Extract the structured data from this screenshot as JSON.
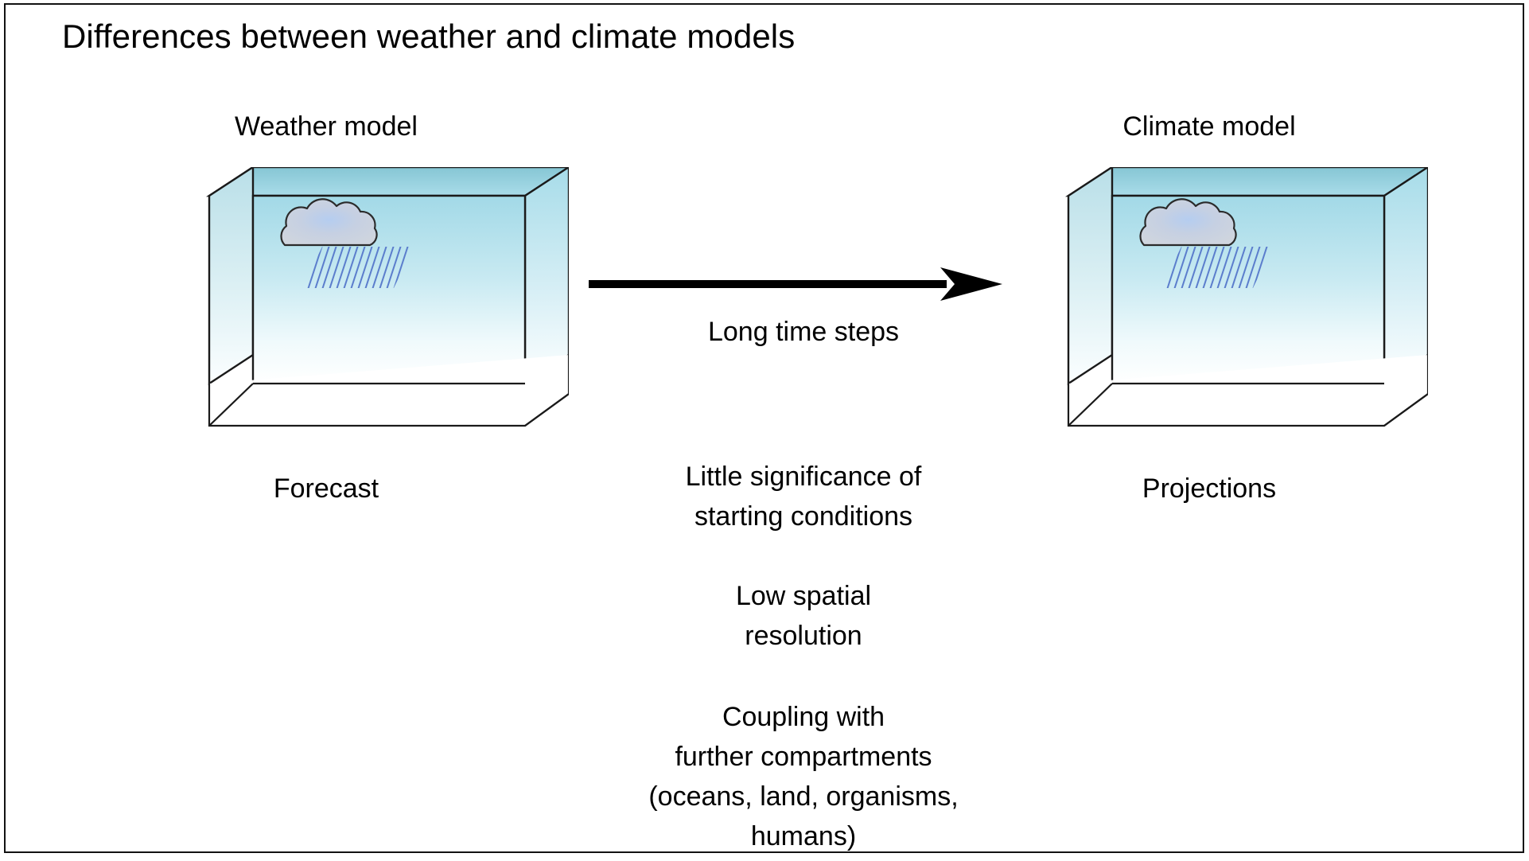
{
  "title": "Differences between weather and climate models",
  "panels": {
    "left": {
      "heading": "Weather model",
      "footer": "Forecast",
      "scene": {
        "sky_top_color": "#a8dbe8",
        "sky_bottom_color": "#ffffff",
        "top_face_color": "#8fcdd9",
        "side_face_color": "#c7e3ea",
        "edge_color": "#1a1a1a",
        "cloud_fill_color": "#c9cfdd",
        "cloud_highlight_color": "#aac6ee",
        "cloud_outline_color": "#2b2b2b",
        "rain_color": "#5577cc"
      }
    },
    "right": {
      "heading": "Climate model",
      "footer": "Projections",
      "scene": {
        "sky_top_color": "#a8dbe8",
        "sky_bottom_color": "#ffffff",
        "top_face_color": "#8fcdd9",
        "side_face_color": "#c7e3ea",
        "edge_color": "#1a1a1a",
        "cloud_fill_color": "#c9cfdd",
        "cloud_highlight_color": "#aac6ee",
        "cloud_outline_color": "#2b2b2b",
        "rain_color": "#5577cc"
      }
    }
  },
  "arrow": {
    "direction": "right",
    "color": "#000000"
  },
  "notes": [
    {
      "id": "long-time-steps",
      "text": "Long time steps"
    },
    {
      "id": "starting-conditions",
      "text": "Little significance of\nstarting conditions"
    },
    {
      "id": "spatial-resolution",
      "text": "Low spatial\nresolution"
    },
    {
      "id": "coupling",
      "text": "Coupling with\nfurther compartments\n(oceans, land, organisms,\nhumans)"
    }
  ],
  "frame": {
    "border_color": "#121212",
    "background_color": "#ffffff"
  }
}
